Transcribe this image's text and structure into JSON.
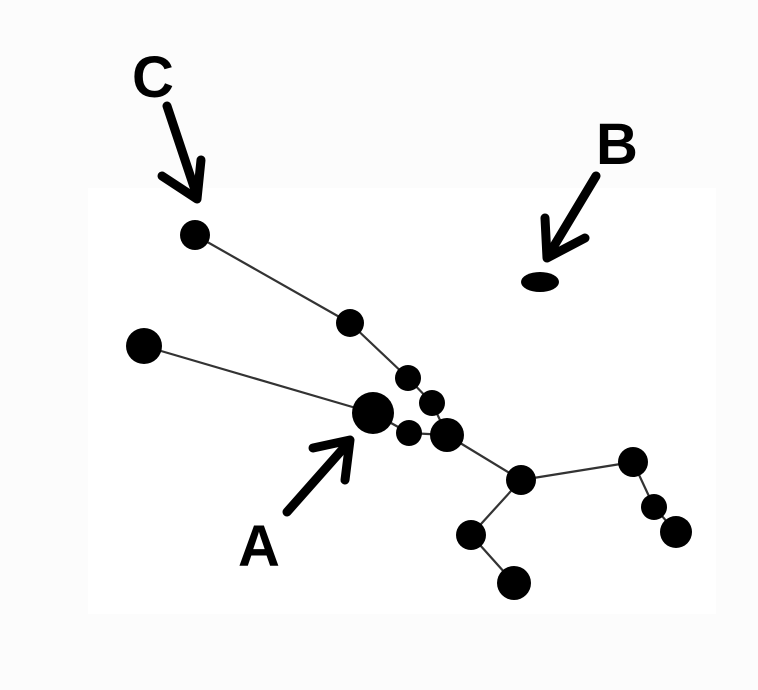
{
  "labels": {
    "a": "A",
    "b": "B",
    "c": "C"
  },
  "colors": {
    "background": "#fcfcfc",
    "panel": "#ffffff",
    "ink": "#000000"
  }
}
